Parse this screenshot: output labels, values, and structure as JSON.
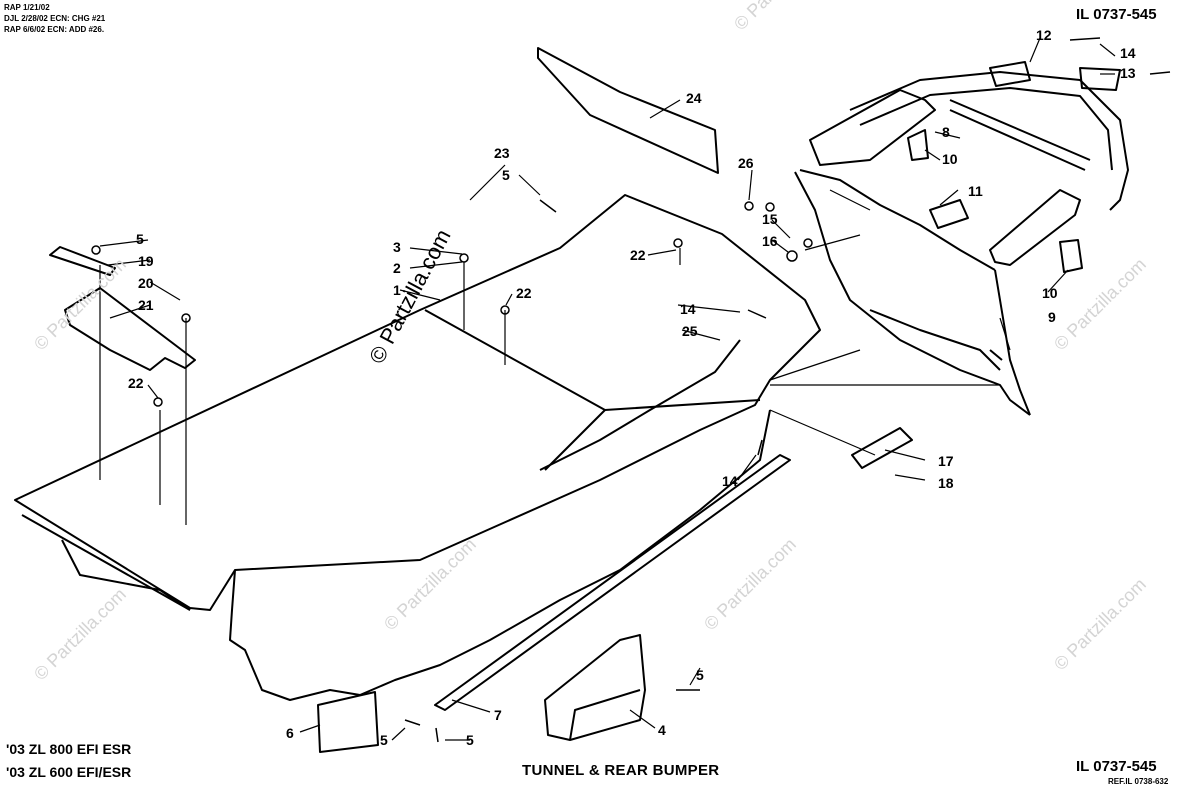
{
  "header_notes": [
    "RAP 1/21/02",
    "DJL 2/28/02 ECN: CHG #21",
    "RAP 6/6/02 ECN: ADD #26."
  ],
  "il_number_top": "IL 0737-545",
  "il_number_bottom": "IL 0737-545",
  "ref_number": "REF.IL 0738-632",
  "models": [
    "'03 ZL 800 EFI ESR",
    "'03 ZL 600 EFI/ESR"
  ],
  "title": "TUNNEL & REAR BUMPER",
  "watermark": "© Partzilla.com",
  "watermark_main": "© Partzilla.com",
  "callouts": [
    "1",
    "2",
    "3",
    "4",
    "5",
    "5",
    "5",
    "5",
    "5",
    "6",
    "7",
    "8",
    "9",
    "10",
    "10",
    "11",
    "12",
    "13",
    "14",
    "14",
    "14",
    "15",
    "16",
    "17",
    "18",
    "19",
    "20",
    "21",
    "22",
    "22",
    "22",
    "23",
    "24",
    "25",
    "26"
  ]
}
